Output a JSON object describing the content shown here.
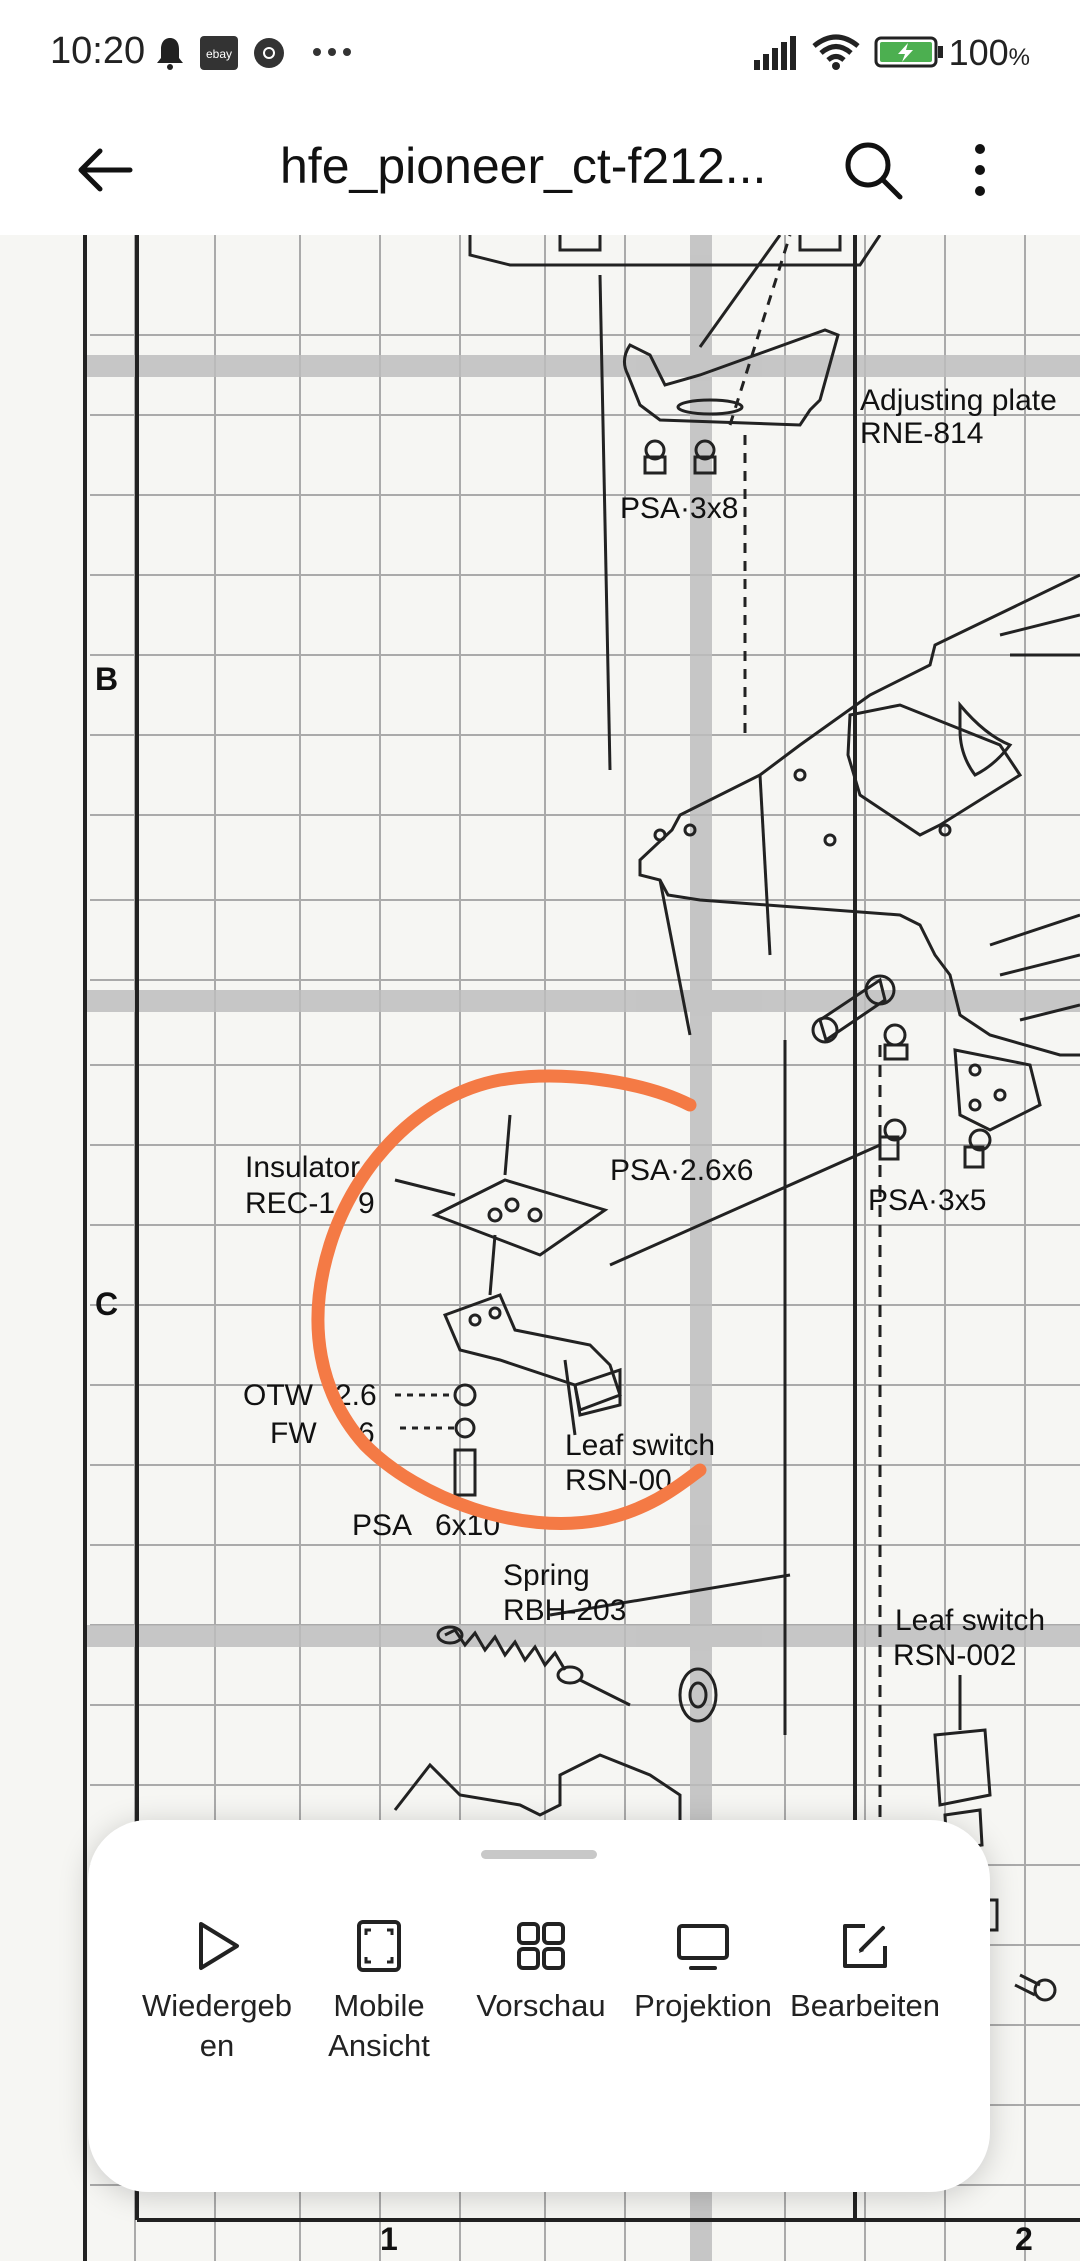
{
  "status_bar": {
    "time": "10:20",
    "notification_icons": [
      "bell-icon",
      "ebay-icon",
      "chrome-icon",
      "more-notifications-icon"
    ],
    "battery_percent": "100",
    "battery_unit": "%"
  },
  "app_bar": {
    "title": "hfe_pioneer_ct-f212..."
  },
  "document": {
    "labels": {
      "adjusting_plate": "Adjusting plate",
      "adjusting_plate_code": "RNE-814",
      "psa_3x8": "PSA·3x8",
      "row_b": "B",
      "row_c": "C",
      "insulator": "Insulator",
      "insulator_code": "REC-1",
      "insulator_code_end": "9",
      "psa_2_6x6": "PSA·2.6x6",
      "psa_3x5": "PSA·3x5",
      "otw": "OTW",
      "otw_size": "2.6",
      "fw": "FW",
      "fw_size": "6",
      "leaf_switch": "Leaf switch",
      "leaf_switch_code_partial": "RSN-00",
      "psa_2_6x10_start": "PSA",
      "psa_2_6x10_end": "6x10",
      "spring": "Spring",
      "spring_code": "RBH-203",
      "leaf_switch_2": "Leaf switch",
      "leaf_switch_2_code": "RSN-002",
      "col_1": "1",
      "col_2": "2"
    },
    "annotation_color": "#f47a45"
  },
  "bottom_sheet": {
    "actions": [
      {
        "label": "Wiedergeb\nen",
        "icon": "play-icon"
      },
      {
        "label": "Mobile\nAnsicht",
        "icon": "mobile-view-icon"
      },
      {
        "label": "Vorschau",
        "icon": "grid-icon"
      },
      {
        "label": "Projektion",
        "icon": "monitor-icon"
      },
      {
        "label": "Bearbeiten",
        "icon": "edit-icon"
      }
    ]
  }
}
